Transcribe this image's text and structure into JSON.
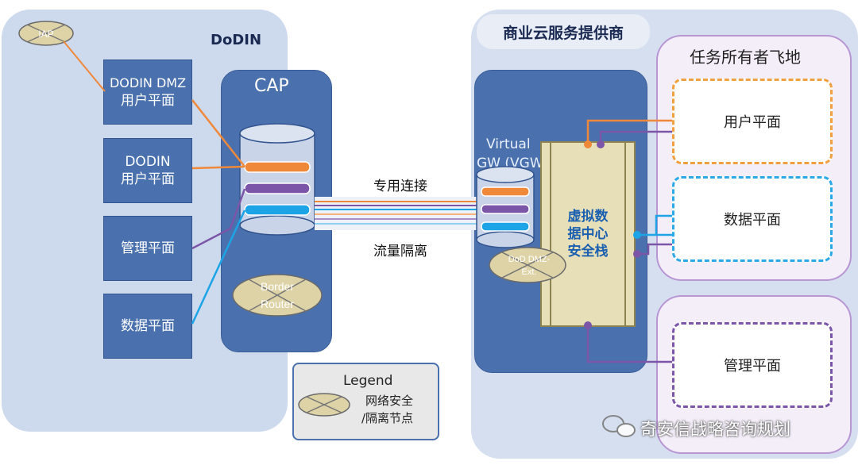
{
  "left": {
    "title": "DoDIN",
    "iap": "IAP",
    "boxes": [
      {
        "line1": "DODIN DMZ",
        "line2": "用户平面"
      },
      {
        "line1": "DODIN",
        "line2": "用户平面"
      },
      {
        "line1": "管理平面",
        "line2": ""
      },
      {
        "line1": "数据平面",
        "line2": ""
      }
    ],
    "cap_title": "CAP",
    "router": {
      "line1": "Border",
      "line2": "Router"
    }
  },
  "middle": {
    "top_label": "专用连接",
    "bottom_label": "流量隔离"
  },
  "legend": {
    "title": "Legend",
    "line1": "网络安全",
    "line2": "/隔离节点"
  },
  "right": {
    "title": "商业云服务提供商",
    "vgw_line1": "Virtual",
    "vgw_line2": "GW (VGW)",
    "dmz_line1": "DoD DMZ-",
    "dmz_line2": "Ext.",
    "security_lines": [
      "虚拟数",
      "据中心",
      "安全栈"
    ],
    "tenant_title": "任务所有者飞地",
    "planes": [
      "用户平面",
      "数据平面",
      "管理平面"
    ]
  },
  "watermark": "奇安信战略咨询规划",
  "colors": {
    "orange": "#f0883a",
    "purple": "#7b55a8",
    "blue": "#1ca4e6",
    "box_blue": "#4a71ae",
    "panel": "#cdd9ec"
  }
}
